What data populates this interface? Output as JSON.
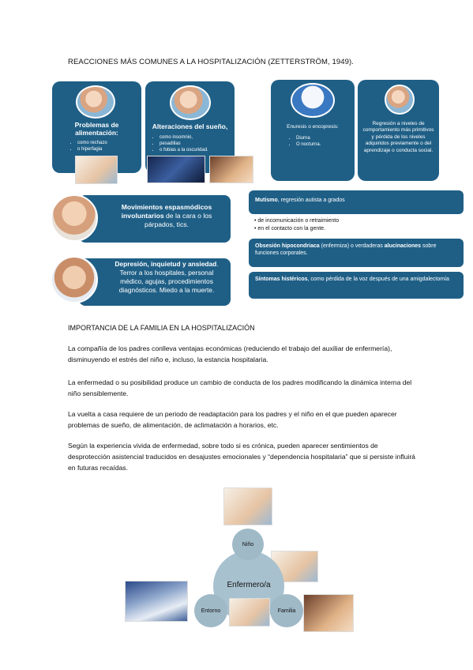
{
  "section1": {
    "title": "REACCIONES MÁS COMUNES A LA HOSPITALIZACIÓN (ZETTERSTRÖM, 1949)."
  },
  "cards": [
    {
      "title": "Problemas de alimentación:",
      "bullets": [
        "como rechazo",
        "o hiperfagia"
      ]
    },
    {
      "title": "Alteraciones del sueño,",
      "bullets": [
        "como insomnio,",
        "pesadillas",
        "o fobias a la oscuridad."
      ]
    },
    {
      "text": "Enuresis o encopresis:",
      "bullets": [
        "Diurna",
        "O nocturna."
      ]
    },
    {
      "text": "Regresión a niveles de comportamiento más primitivos y pérdida de los niveles adquiridos previamente o del aprendizaje o conducta social."
    }
  ],
  "left_bars": [
    {
      "bold": "Movimientos espasmódicos involuntarios",
      "rest": " de la cara o los párpados, tics."
    },
    {
      "bold": "Depresión, inquietud y ansiedad",
      "rest": ". Terror a los hospitales, personal médico, agujas, procedimientos diagnósticos. Miedo a la muerte."
    }
  ],
  "right": {
    "mutismo_bold": "Mutismo",
    "mutismo_rest": ", regresión autista a grados",
    "mutismo_bullets": [
      "de incomunicación o retraimiento",
      "en el contacto con la gente."
    ],
    "obsesion_bold": "Obsesión hipocondriaca",
    "obsesion_mid": " (enfermiza) o verdaderas ",
    "obsesion_bold2": "alucinaciones",
    "obsesion_rest": " sobre funciones corporales.",
    "sintomas_bold": "Síntomas histéricos",
    "sintomas_rest": ", como pérdida de la voz después de una amigdalectomía"
  },
  "section2": {
    "title": "IMPORTANCIA DE LA FAMILIA EN LA HOSPITALIZACIÓN",
    "p1": "La compañía de los padres conlleva ventajas económicas (reduciendo el trabajo del auxiliar de enfermería), disminuyendo el estrés del niño e, incluso, la estancia hospitalaria.",
    "p2": "La enfermedad o su posibilidad produce un cambio de conducta de los padres modificando la dinámica interna del niño sensiblemente.",
    "p3": "La vuelta a casa requiere de un periodo de readaptación para los padres y el niño en el que pueden aparecer problemas de sueño, de alimentación, de aclimatación a horarios, etc.",
    "p4": "Según la experiencia vivida de enfermedad, sobre todo si es crónica, pueden aparecer sentimientos de desprotección asistencial traducidos en desajustes emocionales y “dependencia hospitalaria” que si persiste influirá en futuras recaídas."
  },
  "diagram": {
    "center": "Enfermero/a",
    "top": "Niño",
    "left": "Entorno",
    "right": "Familia"
  }
}
